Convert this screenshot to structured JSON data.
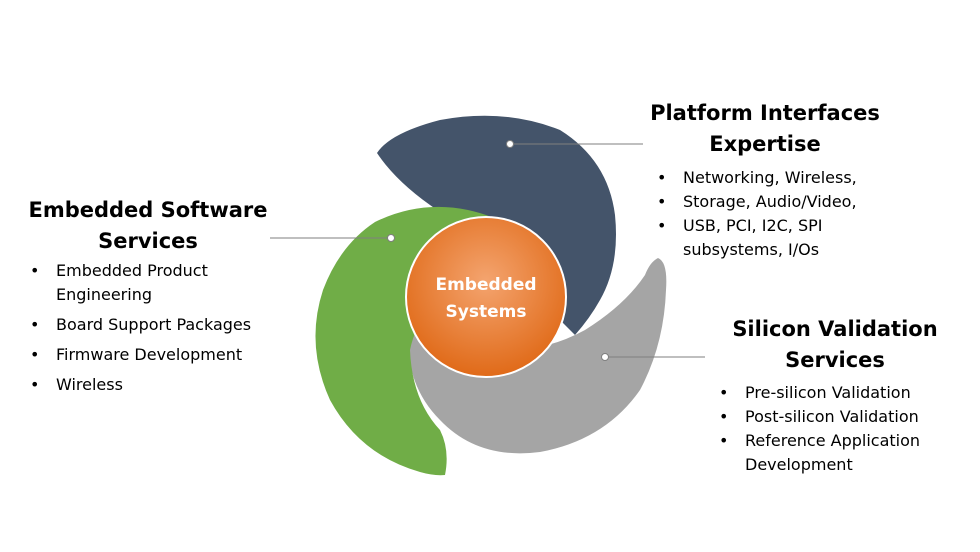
{
  "diagram": {
    "center_label_line1": "Embedded",
    "center_label_line2": "Systems",
    "colors": {
      "dark_slate": "#44546A",
      "green": "#70AD47",
      "gray": "#A5A5A5",
      "orange": "#ED7D31",
      "connector": "#7F7F7F"
    }
  },
  "platform": {
    "title_line1": "Platform Interfaces",
    "title_line2": "Expertise",
    "items": [
      "Networking, Wireless,",
      "Storage, Audio/Video,",
      "USB, PCI, I2C, SPI subsystems, I/Os"
    ]
  },
  "software": {
    "title_line1": "Embedded Software",
    "title_line2": "Services",
    "items": [
      "Embedded Product Engineering",
      "Board Support Packages",
      "Firmware Development",
      "Wireless"
    ]
  },
  "silicon": {
    "title_line1": "Silicon Validation",
    "title_line2": "Services",
    "items": [
      "Pre-silicon Validation",
      "Post-silicon Validation",
      "Reference Application Development"
    ]
  }
}
